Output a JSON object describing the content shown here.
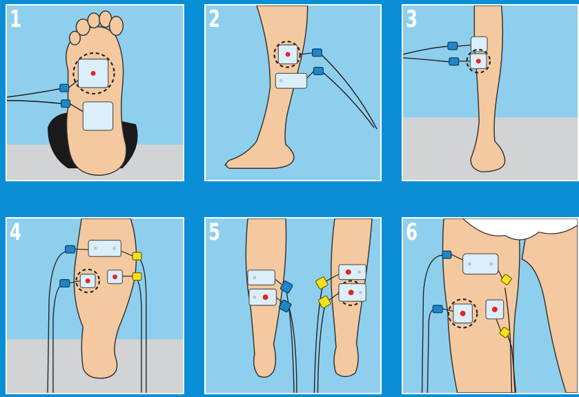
{
  "colors": {
    "background": "#0a8fd6",
    "panel_sky": "#8fcfee",
    "floor": "#d2d3d5",
    "skin": "#f4c9a0",
    "skin_shade": "#dfa57c",
    "pad": "#dbeefa",
    "electrode_red": "#e52420",
    "connector_blue": "#1f86c9",
    "connector_yellow": "#f7e01a"
  },
  "panels": [
    {
      "number": "1",
      "icon": "foot-sole-illustration"
    },
    {
      "number": "2",
      "icon": "shin-side-illustration"
    },
    {
      "number": "3",
      "icon": "shin-front-illustration"
    },
    {
      "number": "4",
      "icon": "calf-back-illustration"
    },
    {
      "number": "5",
      "icon": "both-calves-illustration"
    },
    {
      "number": "6",
      "icon": "thigh-back-illustration"
    }
  ]
}
